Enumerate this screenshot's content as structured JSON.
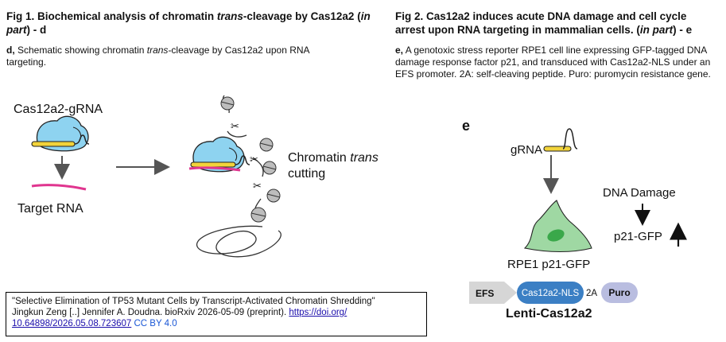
{
  "fig1": {
    "title_pre": "Fig 1. Biochemical analysis of chromatin ",
    "title_italic": "trans",
    "title_mid": "-cleavage by Cas12a2 (",
    "title_italic2": "in part",
    "title_post": ") - d",
    "desc_bold": "d,",
    "desc_pre": " Schematic showing chromatin ",
    "desc_italic": "trans",
    "desc_post": "-cleavage by Cas12a2 upon RNA targeting.",
    "labels": {
      "cas_grna": "Cas12a2-gRNA",
      "target_rna": "Target RNA",
      "chromatin": "Chromatin ",
      "trans": "trans",
      "cutting": "cutting"
    }
  },
  "fig2": {
    "title_line1": "Fig 2. Cas12a2 induces acute DNA damage and cell cycle",
    "title_line2_pre": "arrest upon RNA targeting in mammalian cells. (",
    "title_italic": "in part",
    "title_post": ") - e",
    "desc_bold": "e,",
    "desc_text": " A genotoxic stress reporter RPE1 cell line expressing GFP-tagged DNA damage response factor p21, and transduced with Cas12a2-NLS under an EFS promoter. 2A: self-cleaving peptide. Puro: puromycin resistance gene.",
    "labels": {
      "panel": "e",
      "grna": "gRNA",
      "dna_damage": "DNA Damage",
      "p21gfp": "p21-GFP",
      "rpe1": "RPE1 p21-GFP",
      "efs": "EFS",
      "cas_nls": "Cas12a2-NLS",
      "twoA": "2A",
      "puro": "Puro",
      "lenti": "Lenti-Cas12a2"
    }
  },
  "citation": {
    "line1": "\"Selective Elimination of TP53 Mutant Cells by Transcript-Activated Chromatin Shredding\"",
    "line2_pre": "Jingkun Zeng [..] Jennifer A. Doudna. bioRxiv 2026-05-09 (preprint). ",
    "doi_part1": "https://doi.org/",
    "doi_part2": "10.64898/2026.05.08.723607",
    "license": "CC BY 4.0"
  },
  "colors": {
    "cas_blue": "#8ed3f0",
    "rna_yellow": "#f2d33a",
    "rna_magenta": "#e0358f",
    "cell_green": "#9fd8a3",
    "nucleus_green": "#3aa84a",
    "cassette_blue": "#3b7fc4",
    "puro_lavender": "#b9bde0",
    "efs_gray": "#d6d6d6"
  }
}
